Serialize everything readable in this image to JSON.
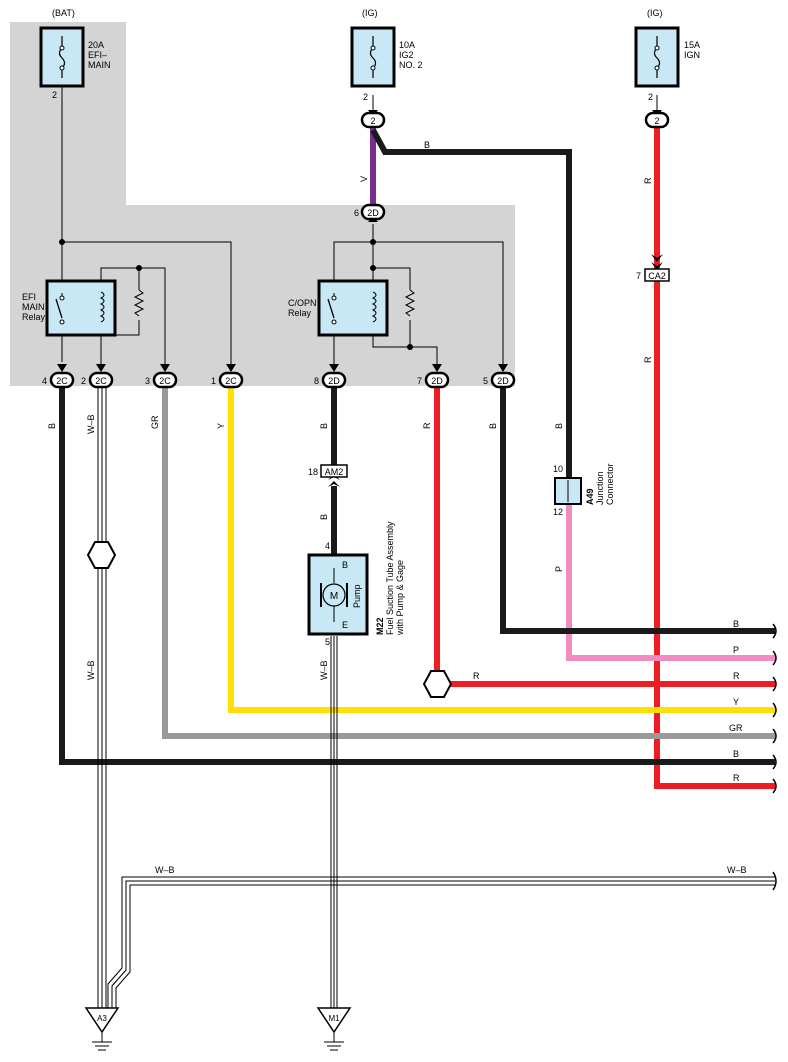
{
  "fuses": [
    {
      "source": "(BAT)",
      "line1": "20A",
      "line2": "EFI–",
      "line3": "MAIN",
      "pin": "2"
    },
    {
      "source": "(IG)",
      "line1": "10A",
      "line2": "IG2",
      "line3": "NO. 2",
      "pin": "2"
    },
    {
      "source": "(IG)",
      "line1": "15A",
      "line2": "IGN",
      "line3": "",
      "pin": "2"
    }
  ],
  "relays": [
    {
      "line1": "EFI",
      "line2": "MAIN",
      "line3": "Relay"
    },
    {
      "line1": "C/OPN",
      "line2": "Relay",
      "line3": ""
    }
  ],
  "top_connectors": [
    {
      "pin": "2",
      "code": "2"
    },
    {
      "pin": "6",
      "code": "2D"
    },
    {
      "pin": "2",
      "code": "2"
    }
  ],
  "bottom_connectors": [
    {
      "pin": "4",
      "code": "2C"
    },
    {
      "pin": "2",
      "code": "2C"
    },
    {
      "pin": "3",
      "code": "2C"
    },
    {
      "pin": "1",
      "code": "2C"
    },
    {
      "pin": "8",
      "code": "2D"
    },
    {
      "pin": "7",
      "code": "2D"
    },
    {
      "pin": "5",
      "code": "2D"
    }
  ],
  "inline_connectors": [
    {
      "pin": "7",
      "code": "CA2"
    },
    {
      "pin": "18",
      "code": "AM2"
    }
  ],
  "pump": {
    "pin_top": "4",
    "pin_bottom": "5",
    "term_b": "B",
    "term_e": "E",
    "motor": "M",
    "name": "Pump",
    "code": "M22",
    "desc1": "Fuel Suction Tube Assembly",
    "desc2": "with Pump & Gage"
  },
  "junction": {
    "pin_top": "10",
    "pin_bottom": "12",
    "code": "A49",
    "desc1": "Junction",
    "desc2": "Connector"
  },
  "wire_labels": {
    "v": "V",
    "b_top": "B",
    "r_ign": "R",
    "r_ign2": "R",
    "b1": "B",
    "wb1": "W–B",
    "gr": "GR",
    "y": "Y",
    "b2": "B",
    "b3": "B",
    "r2": "R",
    "b4": "B",
    "b_pump": "B",
    "wb_left": "W–B",
    "wb_pump": "W–B",
    "p": "P",
    "r_mid": "R",
    "wb_bus_left": "W–B",
    "wb_bus_right": "W–B"
  },
  "right_bus_labels": [
    "B",
    "P",
    "R",
    "Y",
    "GR",
    "B",
    "R"
  ],
  "grounds": [
    "A3",
    "M1"
  ],
  "colors": {
    "black": "#1a1a1a",
    "red": "#ee1d23",
    "yellow": "#ffe000",
    "gray": "#9a9a9a",
    "pink": "#f08cc0",
    "violet": "#7b2d8e",
    "panel": "#d4d4d4",
    "component": "#c8e8f5"
  }
}
